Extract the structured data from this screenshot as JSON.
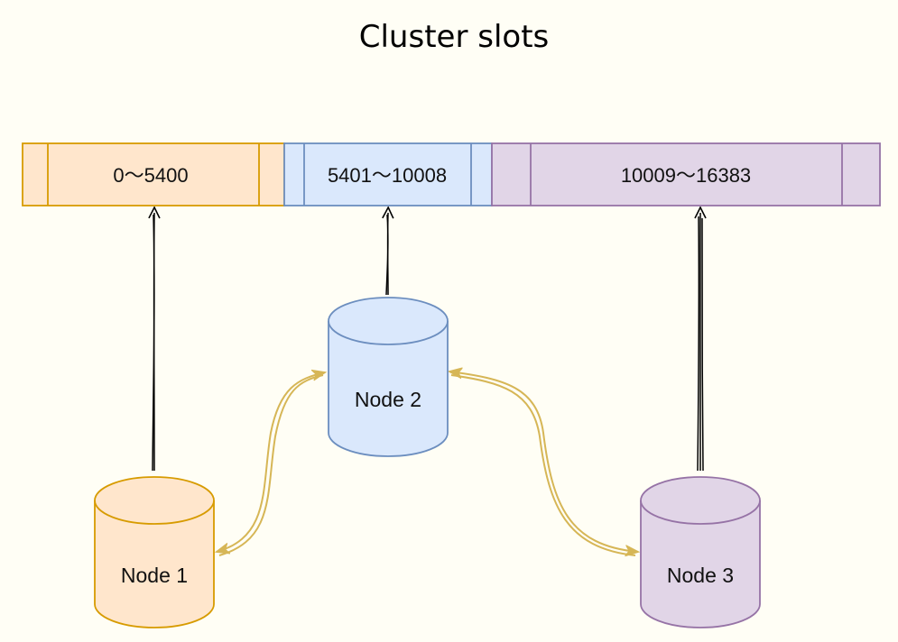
{
  "title": "Cluster slots",
  "slots": [
    {
      "label": "0～5400",
      "fill": "#ffe6cc",
      "stroke": "#d79b00"
    },
    {
      "label": "5401～10008",
      "fill": "#dae8fc",
      "stroke": "#6c8ebf"
    },
    {
      "label": "10009～16383",
      "fill": "#e1d5e7",
      "stroke": "#9673a6"
    }
  ],
  "nodes": [
    {
      "label": "Node 1",
      "fill": "#ffe6cc",
      "stroke": "#d79b00"
    },
    {
      "label": "Node 2",
      "fill": "#dae8fc",
      "stroke": "#6c8ebf"
    },
    {
      "label": "Node 3",
      "fill": "#e1d5e7",
      "stroke": "#9673a6"
    }
  ],
  "colors": {
    "background": "#fffef5",
    "link": "#d6b656",
    "arrow": "#000000"
  }
}
